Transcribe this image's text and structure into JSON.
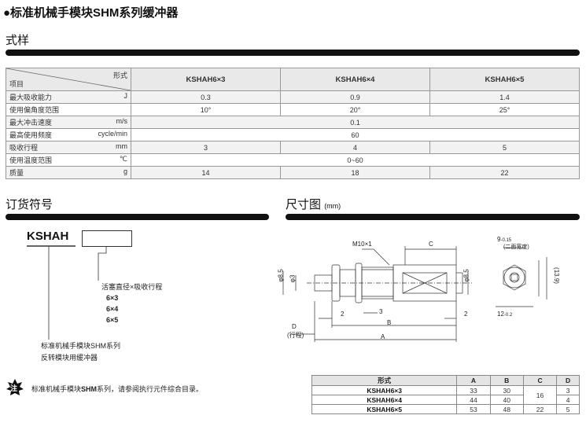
{
  "title": "●标准机械手模块SHM系列缓冲器",
  "sections": {
    "spec": "式样",
    "order": "订货符号",
    "dimension": "尺寸图",
    "dimension_unit": "(mm)"
  },
  "spec_table": {
    "corner_top": "形式",
    "corner_bottom": "项目",
    "models": [
      "KSHAH6×3",
      "KSHAH6×4",
      "KSHAH6×5"
    ],
    "rows": [
      {
        "label": "最大吸收能力",
        "unit": "J",
        "values": [
          "0.3",
          "0.9",
          "1.4"
        ]
      },
      {
        "label": "使用偏角度范围",
        "unit": "",
        "values": [
          "10°",
          "20°",
          "25°"
        ]
      },
      {
        "label": "最大冲击速度",
        "unit": "m/s",
        "value": "0.1"
      },
      {
        "label": "最高使用频度",
        "unit": "cycle/min",
        "value": "60"
      },
      {
        "label": "吸收行程",
        "unit": "mm",
        "values": [
          "3",
          "4",
          "5"
        ]
      },
      {
        "label": "使用温度范围",
        "unit": "℃",
        "value": "0~60"
      },
      {
        "label": "质量",
        "unit": "g",
        "values": [
          "14",
          "18",
          "22"
        ]
      }
    ]
  },
  "order": {
    "code": "KSHAH",
    "bore_stroke_label": "活塞直径×吸收行程",
    "options": [
      "6×3",
      "6×4",
      "6×5"
    ],
    "series_line1": "标准机械手模块SHM系列",
    "series_line2": "反转模块用缓冲器"
  },
  "note": {
    "badge": "注",
    "pre": "标准机械手模块",
    "bold": "SHM",
    "post": "系列，请参阅执行元件综合目录。"
  },
  "drawing": {
    "m10": "M10×1",
    "C": "C",
    "phi85": "φ8.5",
    "phi3": "φ3",
    "phi85r": "φ8.5",
    "d2a": "2",
    "d3": "3",
    "d2b": "2",
    "B": "B",
    "D": "D",
    "stroke": "(行程)",
    "A": "A",
    "w9": "9",
    "w9tol": "-0.15",
    "flat": "(二面宽度)",
    "h139": "(13.9)",
    "w12": "12",
    "w12tol": "-0.2"
  },
  "dim_table": {
    "headers": [
      "形式",
      "A",
      "B",
      "C",
      "D"
    ],
    "rows": [
      {
        "model": "KSHAH6×3",
        "A": "33",
        "B": "30",
        "D": "3"
      },
      {
        "model": "KSHAH6×4",
        "A": "44",
        "B": "40",
        "D": "4"
      },
      {
        "model": "KSHAH6×5",
        "A": "53",
        "B": "48",
        "C2": "22",
        "D": "5"
      }
    ],
    "c_merged": "16"
  }
}
